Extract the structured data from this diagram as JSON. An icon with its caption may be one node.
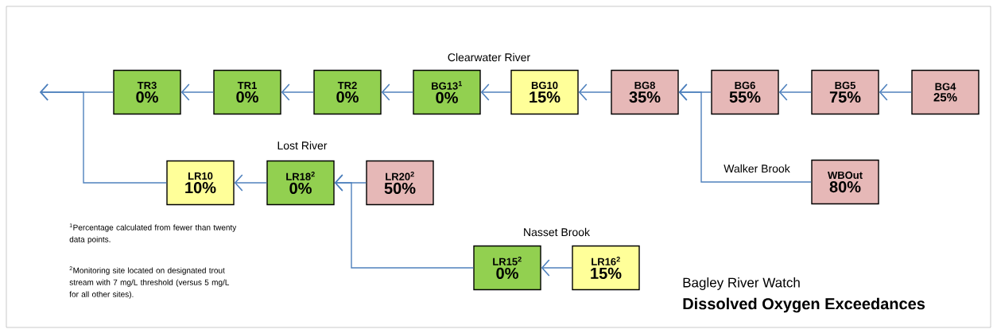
{
  "diagram": {
    "title": "Dissolved Oxygen Exceedances",
    "nodes": [
      {
        "text": [
          "TR3",
          "0%"
        ]
      },
      {
        "text": [
          "TR1",
          "0%"
        ]
      },
      {
        "text": [
          "TR2",
          "0%"
        ]
      },
      {
        "text": [
          "BG13$^{1}$",
          "0%"
        ]
      },
      {
        "text": [
          "BG10",
          "15%"
        ]
      },
      {
        "text": [
          "BG8",
          "35%"
        ]
      },
      {
        "text": [
          "BG6",
          "55%"
        ]
      },
      {
        "text": [
          "BG5",
          "75%"
        ]
      },
      {
        "text": [
          "BG4",
          "25%"
        ]
      },
      {
        "text": [
          "LR10",
          "10%"
        ]
      },
      {
        "text": [
          "LR18$^{2}$",
          "0%"
        ]
      },
      {
        "text": [
          "LR20$^{2}$",
          "50%"
        ]
      },
      {
        "text": [
          "WBOut",
          "80%"
        ]
      },
      {
        "text": [
          "LR15$^{2}$",
          "0%"
        ]
      },
      {
        "text": [
          "LR16$^{2}$",
          "15%"
        ]
      }
    ],
    "edges": [
      {
        "from": 0,
        "to": null,
        "arrow": "to"
      },
      {
        "from": 1,
        "to": 0,
        "arrow": "to"
      },
      {
        "from": 2,
        "to": 1,
        "arrow": "to"
      },
      {
        "from": 3,
        "to": 2,
        "arrow": "to"
      },
      {
        "from": 4,
        "to": 3,
        "arrow": "to"
      },
      {
        "from": 5,
        "to": 4,
        "arrow": "to"
      },
      {
        "from": 6,
        "to": 5,
        "arrow": "to"
      },
      {
        "from": 7,
        "to": 6,
        "arrow": "to"
      },
      {
        "from": 8,
        "to": 7,
        "arrow": "to"
      },
      {
        "from": 12,
        "to": 5,
        "arrow": "to",
        "label": "Walker Brook"
      },
      {
        "from": 9,
        "to": null,
        "arrow": "to"
      },
      {
        "from": 10,
        "to": 9,
        "arrow": "to"
      },
      {
        "from": 11,
        "to": 10,
        "arrow": "to"
      },
      {
        "from": 13,
        "to": 10,
        "arrow": "to"
      },
      {
        "from": 14,
        "to": 13,
        "arrow": "to"
      }
    ],
    "labels": [
      "Clearwater River",
      "Lost River",
      "$^{1}$Percentage calculated from fewer than twenty data points.",
      "$^{2}$Monitoring site located on designated trout stream with 7 mg/L threshold (versus 5 mg/L for all other sites).",
      "Nasset Brook",
      "Bagley River Watch"
    ]
  }
}
